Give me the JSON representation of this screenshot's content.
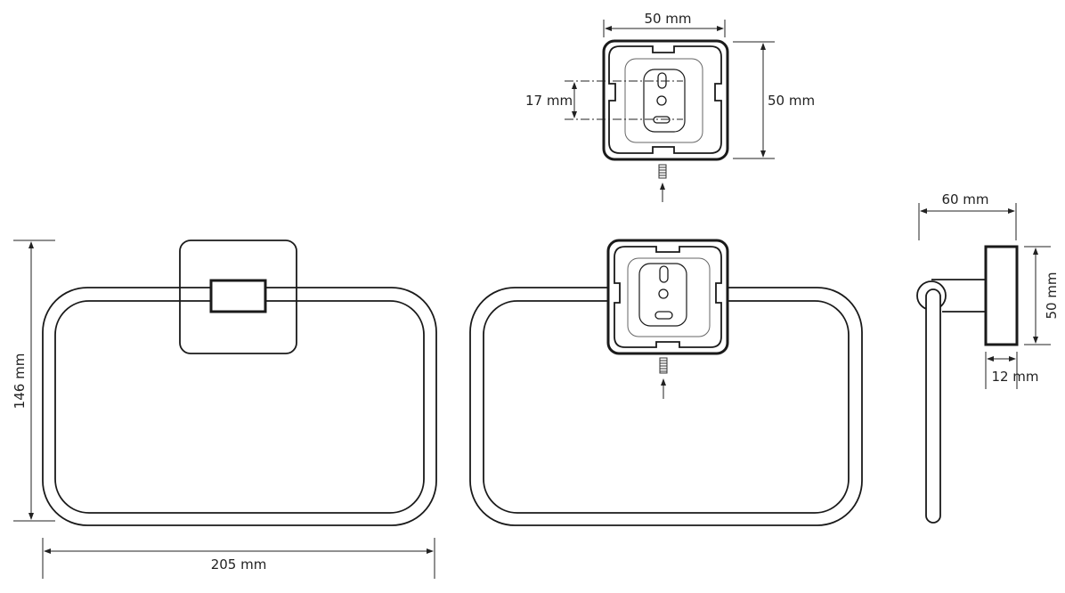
{
  "title": "Towel ring technical drawing",
  "dimensions": {
    "height_total": "146 mm",
    "width_total": "205 mm",
    "plate_width": "50 mm",
    "plate_height": "50 mm",
    "hole_spacing": "17 mm",
    "depth": "60 mm",
    "side_plate_height": "50 mm",
    "plate_thickness": "12 mm"
  },
  "colors": {
    "line": "#1a1a1a",
    "dimension": "#222222"
  }
}
